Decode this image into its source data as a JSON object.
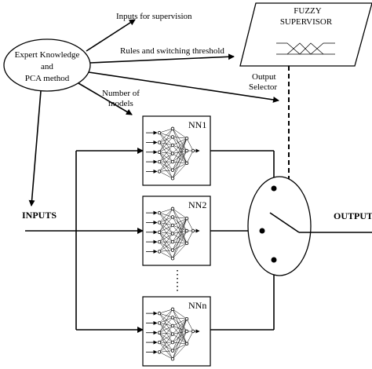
{
  "expert": {
    "line1": "Expert Knowledge",
    "line2": "and",
    "line3": "PCA method"
  },
  "arrows": {
    "supervision": "Inputs for supervision",
    "rules": "Rules and switching threshold",
    "output_selector_1": "Output",
    "output_selector_2": "Selector",
    "models_1": "Number of",
    "models_2": "models"
  },
  "supervisor": {
    "line1": "FUZZY",
    "line2": "SUPERVISOR"
  },
  "networks": [
    {
      "label": "NN1"
    },
    {
      "label": "NN2"
    },
    {
      "label": "NNn"
    }
  ],
  "io": {
    "inputs": "INPUTS",
    "output": "OUTPUT"
  }
}
